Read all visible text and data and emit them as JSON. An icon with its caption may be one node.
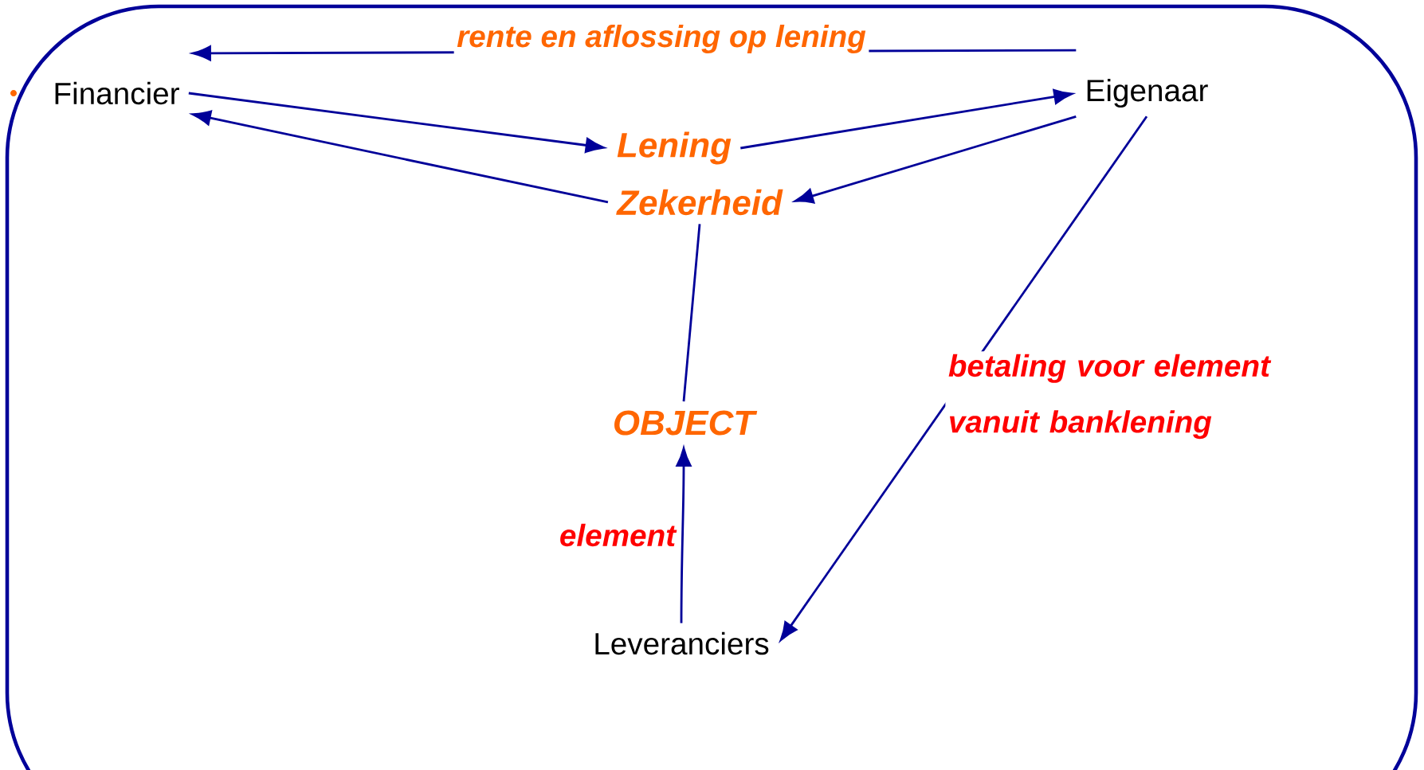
{
  "diagram": {
    "nodes": [
      {
        "text": [
          "Financier"
        ]
      },
      {
        "text": [
          "Eigenaar"
        ]
      },
      {
        "text": [
          "Lening"
        ]
      },
      {
        "text": [
          "Zekerheid"
        ]
      },
      {
        "text": [
          "OBJECT"
        ]
      },
      {
        "text": [
          "Leveranciers"
        ]
      }
    ],
    "edges": [
      {
        "from": 1,
        "to": 0,
        "arrow": "to",
        "label": "rente en aflossing op lening"
      },
      {
        "from": 0,
        "to": 2,
        "arrow": "to"
      },
      {
        "from": 3,
        "to": 0,
        "arrow": "to"
      },
      {
        "from": 2,
        "to": 1,
        "arrow": "to"
      },
      {
        "from": 1,
        "to": 3,
        "arrow": "to"
      },
      {
        "from": 3,
        "to": 4,
        "arrow": "none"
      },
      {
        "from": 5,
        "to": 4,
        "arrow": "to",
        "label": "element"
      },
      {
        "from": 1,
        "to": 5,
        "arrow": "to",
        "label": "betaling voor element vanuit banklening"
      }
    ]
  }
}
